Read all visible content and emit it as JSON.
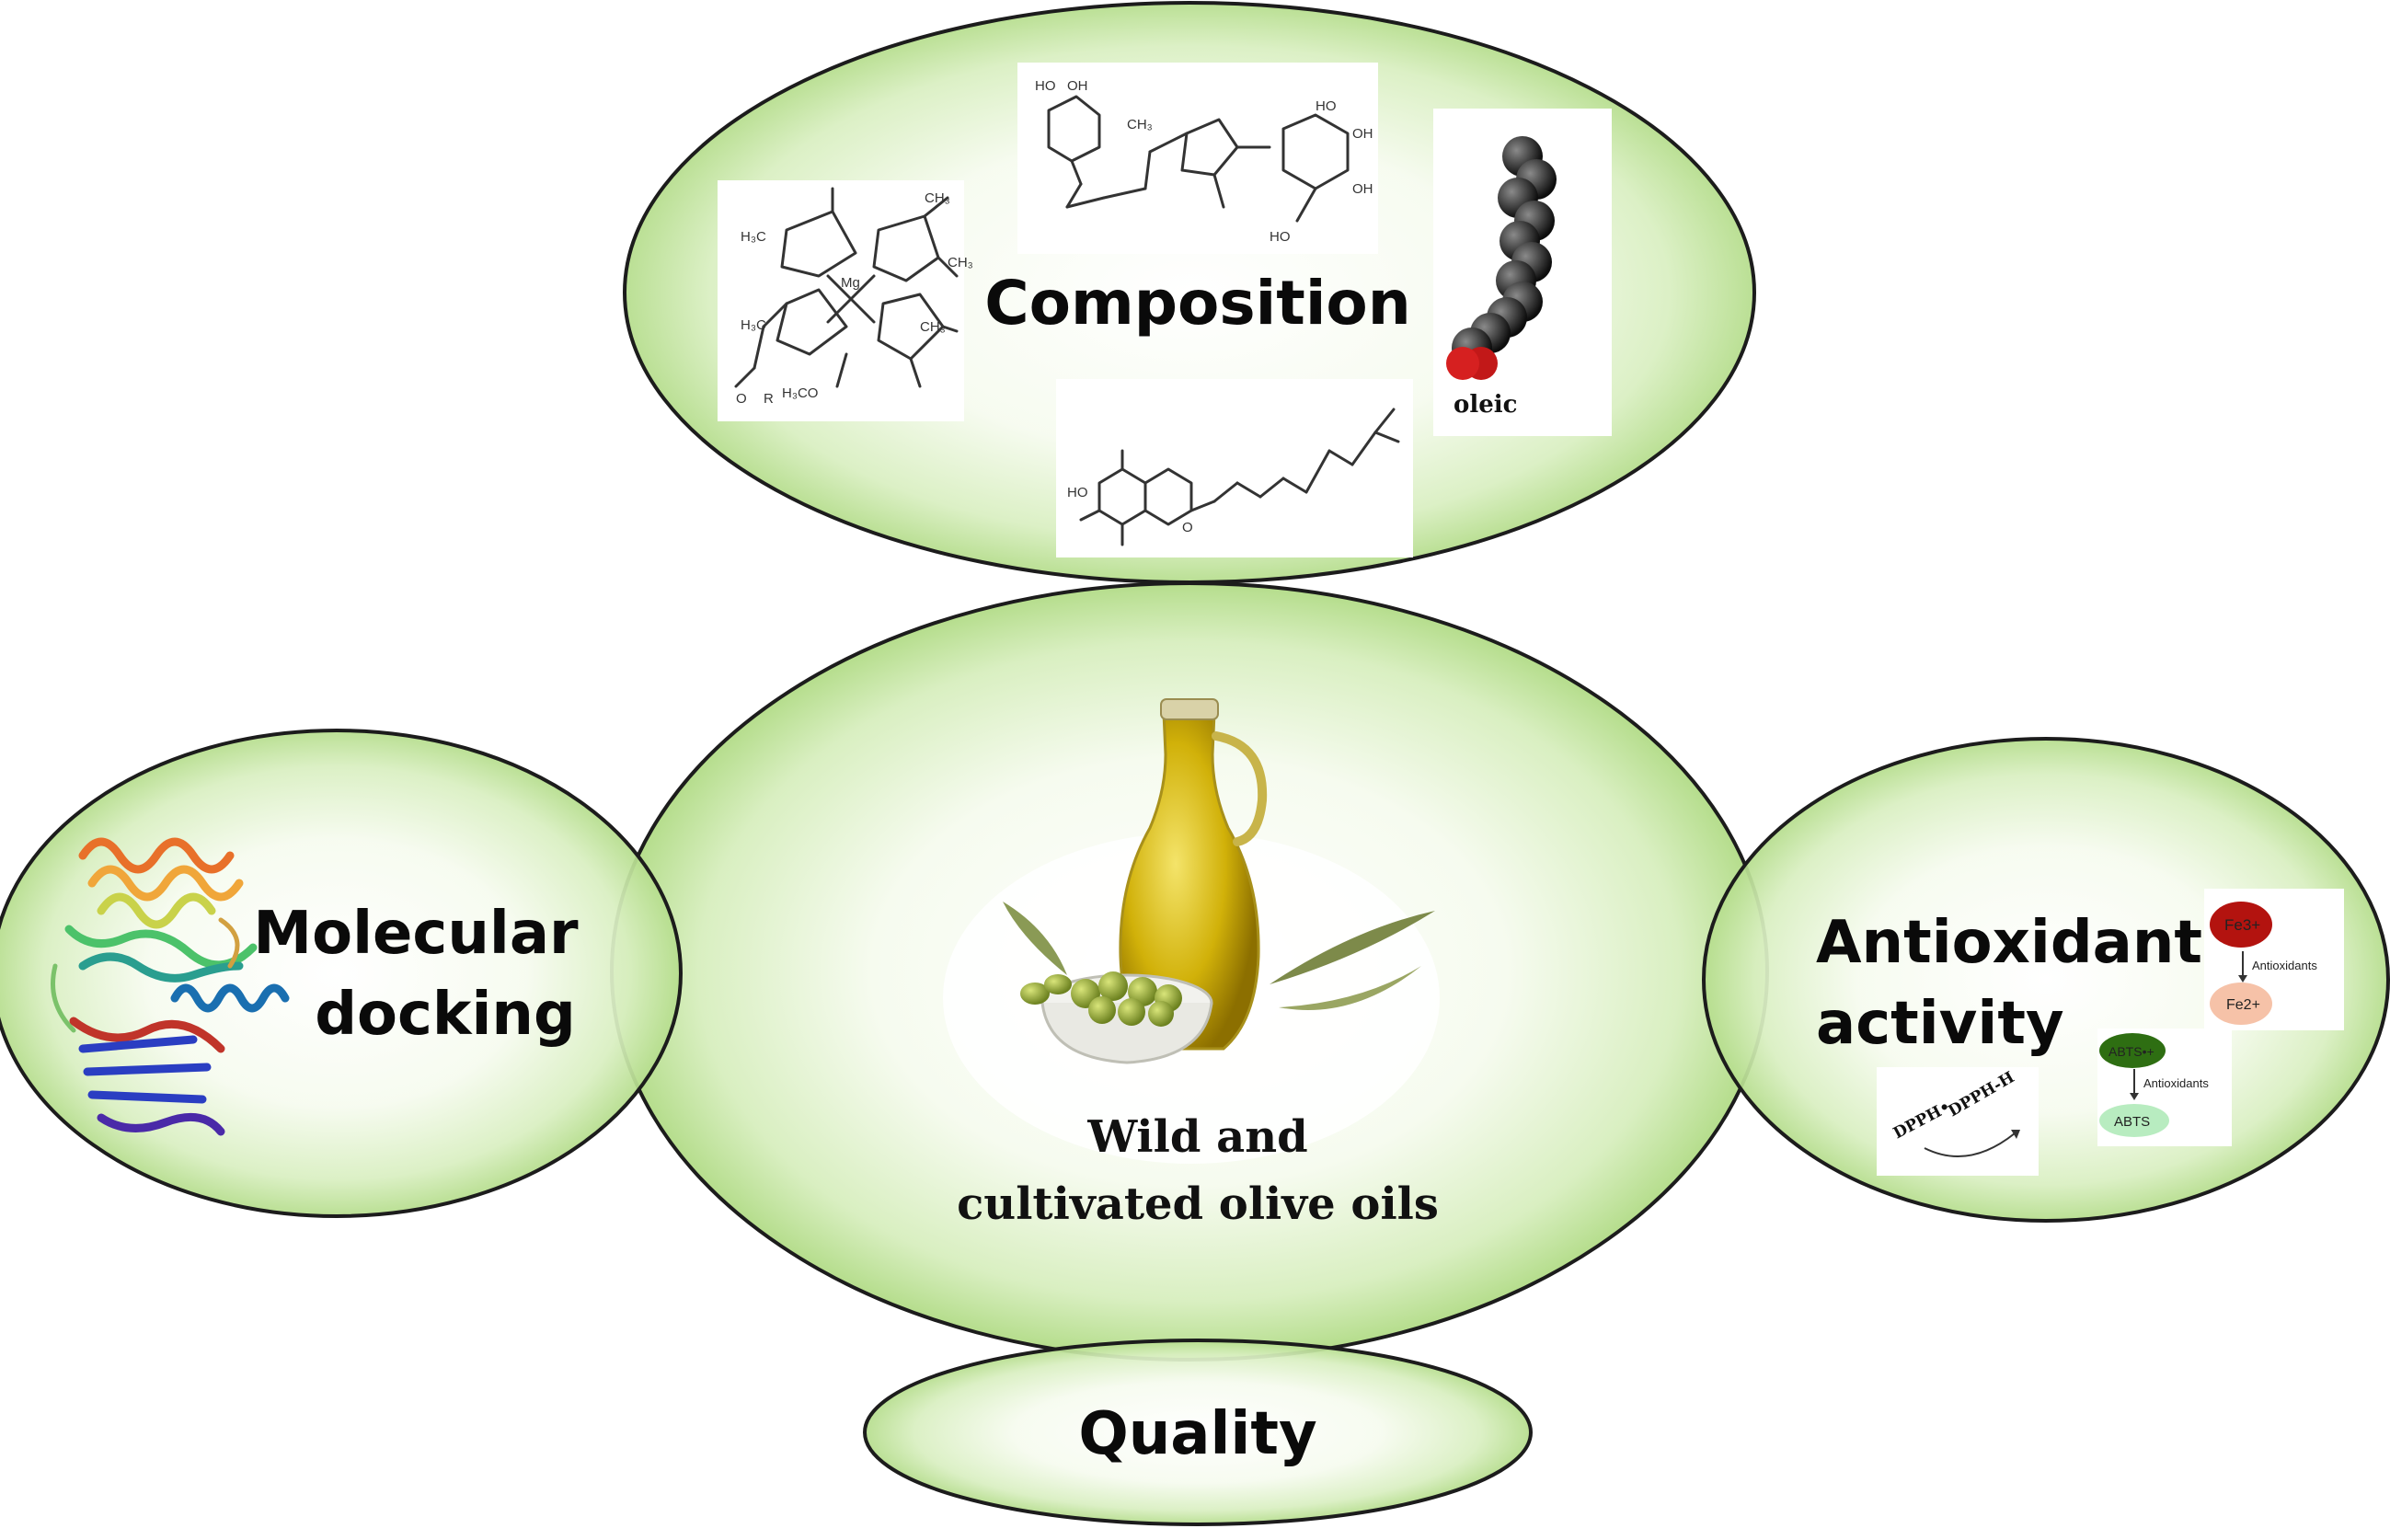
{
  "nodes": {
    "composition": {
      "label": "Composition"
    },
    "center": {
      "line1": "Wild and",
      "line2": "cultivated olive oils"
    },
    "docking": {
      "line1": "Molecular",
      "line2": "docking"
    },
    "antioxidant": {
      "line1": "Antioxidant",
      "line2": "activity"
    },
    "quality": {
      "label": "Quality"
    }
  },
  "images": {
    "oleic_label": "oleic",
    "mg_label": "Mg",
    "fe3": "Fe3+",
    "fe2": "Fe2+",
    "fe_arrow_label": "Antioxidants",
    "abts_rad": "ABTS•+",
    "abts": "ABTS",
    "abts_arrow_label": "Antioxidants",
    "dpph_rad": "DPPH•",
    "dpph_h": "DPPH-H"
  },
  "colors": {
    "bubble_fill_center": "#ffffff",
    "bubble_fill_edge": "#bfe39a",
    "bubble_stroke": "#1c1c1c",
    "oil": "#c9a800",
    "olive": "#8fa33a",
    "fe3": "#b3130f",
    "fe2": "#f6c2a8",
    "abts_rad": "#2e6e12",
    "abts": "#b8ecc0",
    "dpph_rad": "#7a1fb8",
    "dpph_h": "#3aa82a"
  }
}
